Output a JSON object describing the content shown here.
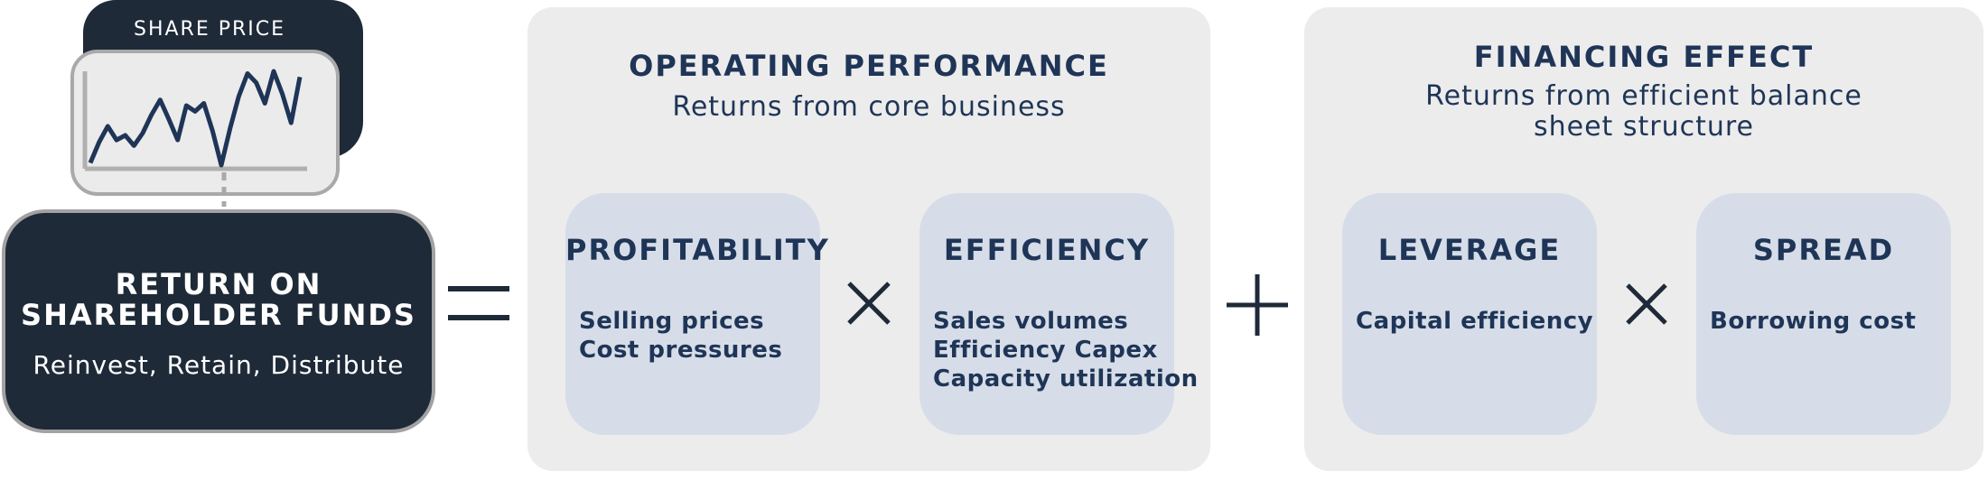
{
  "share_price": {
    "title": "SHARE PRICE",
    "chart_data": {
      "type": "line",
      "series": [
        {
          "values": [
            10,
            28,
            42,
            30,
            34,
            25,
            36,
            52,
            65,
            48,
            30,
            60,
            55,
            62,
            38,
            8,
            40,
            68,
            88,
            80,
            62,
            90,
            70,
            45,
            85
          ]
        }
      ]
    }
  },
  "rosf": {
    "line1": "RETURN ON",
    "line2": "SHAREHOLDER FUNDS",
    "subtitle": "Reinvest, Retain, Distribute"
  },
  "operators": {
    "equals": "=",
    "plus": "+",
    "times": "×"
  },
  "operating": {
    "title": "OPERATING PERFORMANCE",
    "subtitle": "Returns from core business",
    "cards": [
      {
        "title": "PROFITABILITY",
        "items": [
          "Selling prices",
          "Cost pressures"
        ]
      },
      {
        "title": "EFFICIENCY",
        "items": [
          "Sales volumes",
          "Efficiency Capex",
          "Capacity utilization"
        ]
      }
    ]
  },
  "financing": {
    "title": "FINANCING EFFECT",
    "subtitle_line1": "Returns from efficient balance",
    "subtitle_line2": "sheet structure",
    "cards": [
      {
        "title": "LEVERAGE",
        "items": [
          "Capital efficiency"
        ]
      },
      {
        "title": "SPREAD",
        "items": [
          "Borrowing cost"
        ]
      }
    ]
  },
  "colors": {
    "navy": "#1f2a38",
    "text_blue": "#1f3557",
    "panel_gray": "#ececec",
    "card_blue": "#d6dde8"
  }
}
